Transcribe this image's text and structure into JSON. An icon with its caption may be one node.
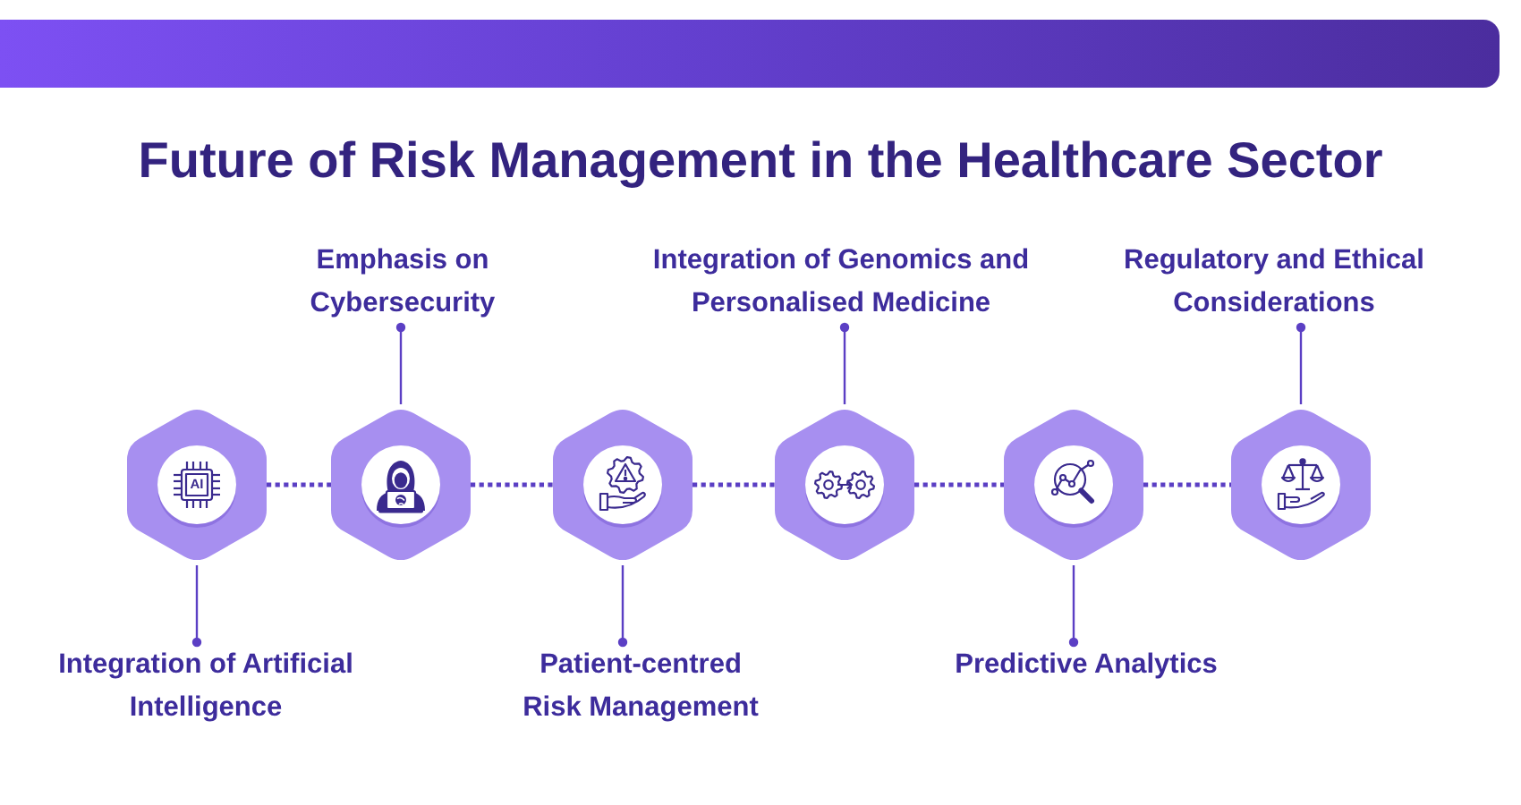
{
  "diagram": {
    "title": "Future of Risk Management in the Healthcare Sector",
    "nodes": [
      {
        "text": [],
        "shape": "hexagon"
      },
      {
        "text": [],
        "shape": "hexagon"
      },
      {
        "text": [],
        "shape": "hexagon"
      },
      {
        "text": [],
        "shape": "hexagon"
      },
      {
        "text": [],
        "shape": "hexagon"
      },
      {
        "text": [],
        "shape": "hexagon"
      },
      {
        "text": [
          "Integration of Artificial Intelligence"
        ]
      },
      {
        "text": [
          "Emphasis on Cybersecurity"
        ]
      },
      {
        "text": [
          "Patient-centred Risk Management"
        ]
      },
      {
        "text": [
          "Integration of Genomics and Personalised Medicine"
        ]
      },
      {
        "text": [
          "Predictive Analytics"
        ]
      },
      {
        "text": [
          "Regulatory and Ethical Considerations"
        ]
      }
    ],
    "edges": [
      {
        "from": 0,
        "to": 1,
        "arrow": "none",
        "style": "dashed"
      },
      {
        "from": 1,
        "to": 2,
        "arrow": "none",
        "style": "dashed"
      },
      {
        "from": 2,
        "to": 3,
        "arrow": "none",
        "style": "dashed"
      },
      {
        "from": 3,
        "to": 4,
        "arrow": "none",
        "style": "dashed"
      },
      {
        "from": 4,
        "to": 5,
        "arrow": "none",
        "style": "dashed"
      },
      {
        "from": 6,
        "to": 0,
        "arrow": "other"
      },
      {
        "from": 7,
        "to": 1,
        "arrow": "other"
      },
      {
        "from": 8,
        "to": 2,
        "arrow": "other"
      },
      {
        "from": 9,
        "to": 3,
        "arrow": "other"
      },
      {
        "from": 10,
        "to": 4,
        "arrow": "other"
      },
      {
        "from": 11,
        "to": 5,
        "arrow": "other"
      }
    ],
    "labels": [
      "AI"
    ]
  }
}
